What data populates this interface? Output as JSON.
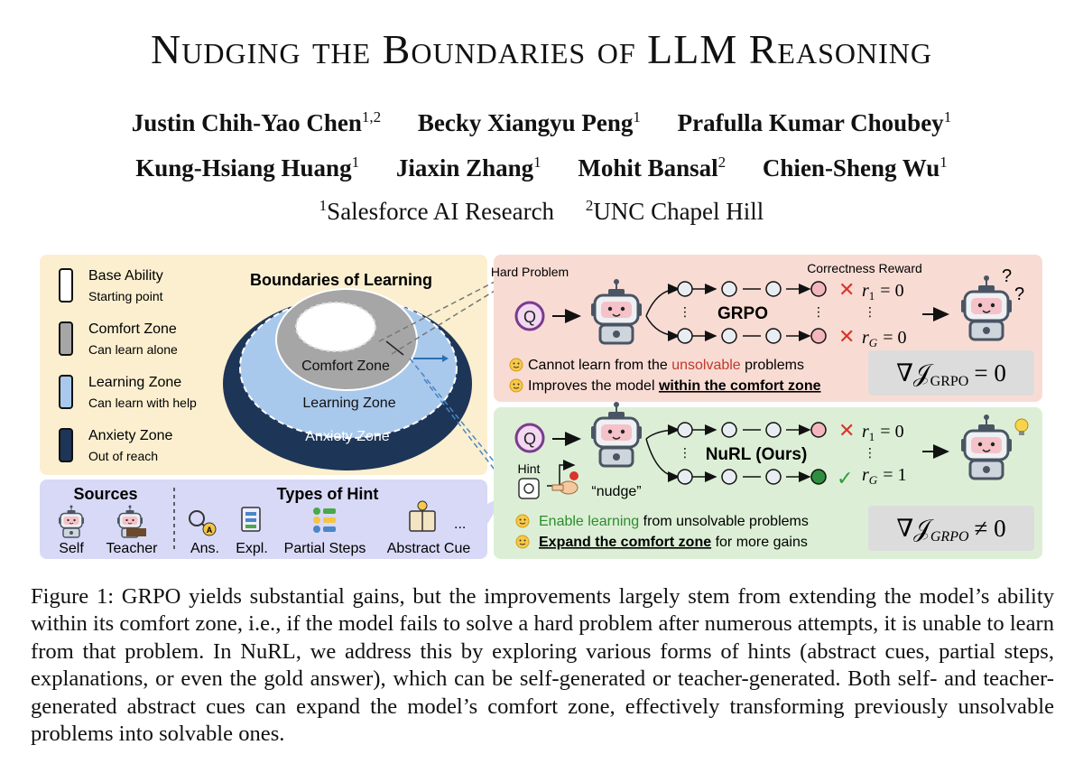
{
  "title": "Nudging the Boundaries of LLM Reasoning",
  "authors_row1": [
    {
      "name": "Justin Chih-Yao Chen",
      "sup": "1,2"
    },
    {
      "name": "Becky Xiangyu Peng",
      "sup": "1"
    },
    {
      "name": "Prafulla Kumar Choubey",
      "sup": "1"
    }
  ],
  "authors_row2": [
    {
      "name": "Kung-Hsiang Huang",
      "sup": "1"
    },
    {
      "name": "Jiaxin Zhang",
      "sup": "1"
    },
    {
      "name": "Mohit Bansal",
      "sup": "2"
    },
    {
      "name": "Chien-Sheng Wu",
      "sup": "1"
    }
  ],
  "affiliations": [
    {
      "sup": "1",
      "name": "Salesforce AI Research"
    },
    {
      "sup": "2",
      "name": "UNC Chapel Hill"
    }
  ],
  "figure": {
    "legend": [
      {
        "title": "Base Ability",
        "sub": "Starting point"
      },
      {
        "title": "Comfort Zone",
        "sub": "Can learn alone"
      },
      {
        "title": "Learning Zone",
        "sub": "Can learn with help"
      },
      {
        "title": "Anxiety Zone",
        "sub": "Out of reach"
      }
    ],
    "boundaries_title": "Boundaries of Learning",
    "zone_labels": {
      "comfort": "Comfort Zone",
      "learning": "Learning Zone",
      "anxiety": "Anxiety Zone"
    },
    "sources_title": "Sources",
    "sources": [
      "Self",
      "Teacher"
    ],
    "hints_title": "Types of Hint",
    "hints": [
      "Ans.",
      "Expl.",
      "Partial Steps",
      "Abstract Cue"
    ],
    "hints_more": "...",
    "grpo": {
      "hard_problem": "Hard Problem",
      "q": "Q",
      "label": "GRPO",
      "reward_title": "Correctness Reward",
      "r1": "r",
      "r1_sub": "1",
      "r1_val": "= 0",
      "rg": "r",
      "rg_sub": "G",
      "rg_val": "= 0",
      "bullet1_pre": "Cannot learn from the ",
      "bullet1_em": "unsolvable",
      "bullet1_post": " problems",
      "bullet2_pre": "Improves the model ",
      "bullet2_em": "within the comfort zone",
      "formula": "∇𝒥_GRPO = 0",
      "formula_main": "∇𝒥",
      "formula_sub": "GRPO",
      "formula_rhs": "= 0"
    },
    "nurl": {
      "q": "Q",
      "hint": "Hint",
      "nudge": "“nudge”",
      "label": "NuRL (Ours)",
      "r1": "r",
      "r1_sub": "1",
      "r1_val": "= 0",
      "rg": "r",
      "rg_sub": "G",
      "rg_val": "= 1",
      "bullet1_em": "Enable learning",
      "bullet1_post": " from unsolvable problems",
      "bullet2_em": "Expand the comfort zone",
      "bullet2_post": " for more gains",
      "formula_main": "∇𝒥",
      "formula_sub": "GRPO",
      "formula_rhs": "≠ 0"
    },
    "colors": {
      "left_panel": "#fbefcf",
      "grpo_panel": "#f8dcd4",
      "nurl_panel": "#dcefd6",
      "hint_panel": "#d8d9f6",
      "anxiety": "#1d3557",
      "learning": "#a9c9ec",
      "comfort": "#a6a6a6",
      "green_text": "#2e8b2e",
      "red_text": "#c0392b"
    }
  },
  "caption": "Figure 1: GRPO yields substantial gains, but the improvements largely stem from extending the model’s ability within its comfort zone, i.e., if the model fails to solve a hard problem after numerous attempts, it is unable to learn from that problem. In NuRL, we address this by exploring various forms of hints (abstract cues, partial steps, explanations, or even the gold answer), which can be self-generated or teacher-generated. Both self- and teacher-generated abstract cues can expand the model’s comfort zone, effectively transforming previously unsolvable problems into solvable ones."
}
